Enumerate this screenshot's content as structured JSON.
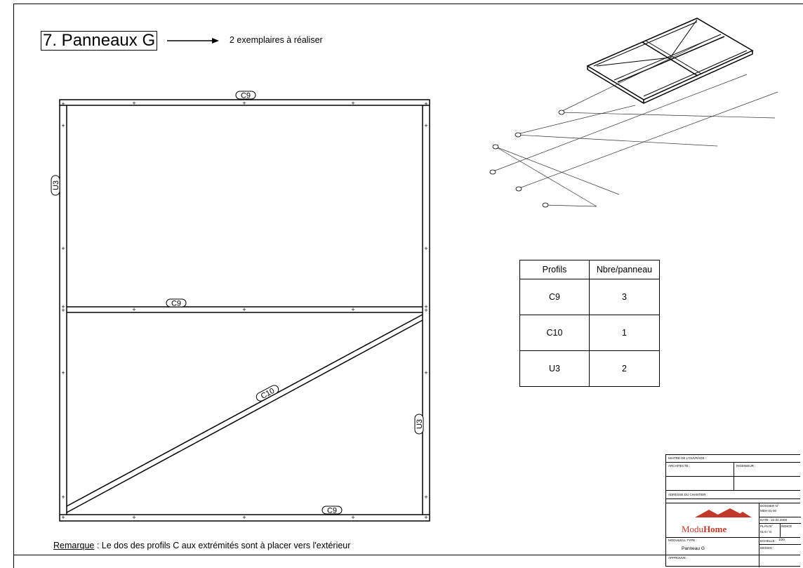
{
  "title": "7. Panneaux G",
  "subtitle": "2 exemplaires à réaliser",
  "remark": {
    "label": "Remarque",
    "text": " : Le dos des profils C aux extrémités sont à placer vers l'extérieur"
  },
  "labels": {
    "c9_top": "C9",
    "c9_mid": "C9",
    "c9_bottom": "C9",
    "c10": "C10",
    "u3_left": "U3",
    "u3_right": "U3"
  },
  "profiles_table": {
    "headers": [
      "Profils",
      "Nbre/panneau"
    ],
    "rows": [
      {
        "profil": "C9",
        "nbre": "3"
      },
      {
        "profil": "C10",
        "nbre": "1"
      },
      {
        "profil": "U3",
        "nbre": "2"
      }
    ]
  },
  "title_block": {
    "maitre": "MAITRE DE L'OUVRAGE :",
    "architecte": "ARCHITECTE :",
    "ingenieur": "INGENIEUR :",
    "adresse": "ADRESSE DU CHANTIER :",
    "dossier_label": "DOSSIER N°",
    "dossier_value": "MDH 01-00",
    "date": "DATE : 22.02.2008",
    "plan_label": "PLAN N°",
    "plan_value": "01-0 / G",
    "indice": "INDICE",
    "echelle": "ECHELLE :",
    "echelle_value": "1/20",
    "module_type": "MODULE/LL TYPE :",
    "module_value": "Panneau G",
    "dessin": "DESSIN :",
    "approuve": "APPROUVE :",
    "logo_a": "Modu",
    "logo_b": "Home"
  }
}
